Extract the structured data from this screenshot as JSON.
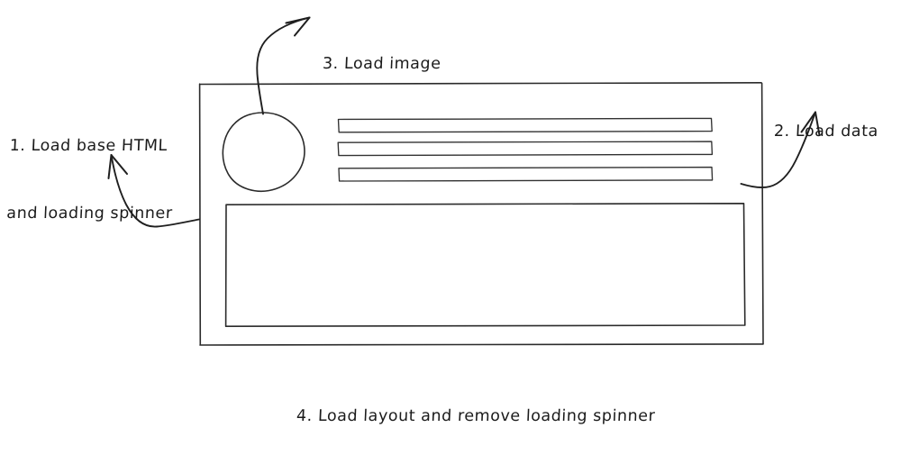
{
  "diagram": {
    "title": "Progressive page loading sequence",
    "style": "hand-drawn sketch",
    "background_color": "#ffffff",
    "stroke_color": "#2b2b2b",
    "text_color": "#1a1a1a"
  },
  "annotations": {
    "step1": {
      "line1": "1. Load base HTML",
      "line2": "and loading spinner"
    },
    "step2": {
      "line1": "2. Load data"
    },
    "step3": {
      "line1": "3. Load image"
    },
    "step4": {
      "line1": "4. Load layout and remove loading spinner"
    }
  },
  "wireframe": {
    "frame_label": "page-frame",
    "spinner_label": "loading-spinner-circle",
    "bars": [
      {
        "name": "text-placeholder-bar-1"
      },
      {
        "name": "text-placeholder-bar-2"
      },
      {
        "name": "text-placeholder-bar-3"
      }
    ],
    "content_box_label": "content-placeholder-box"
  }
}
